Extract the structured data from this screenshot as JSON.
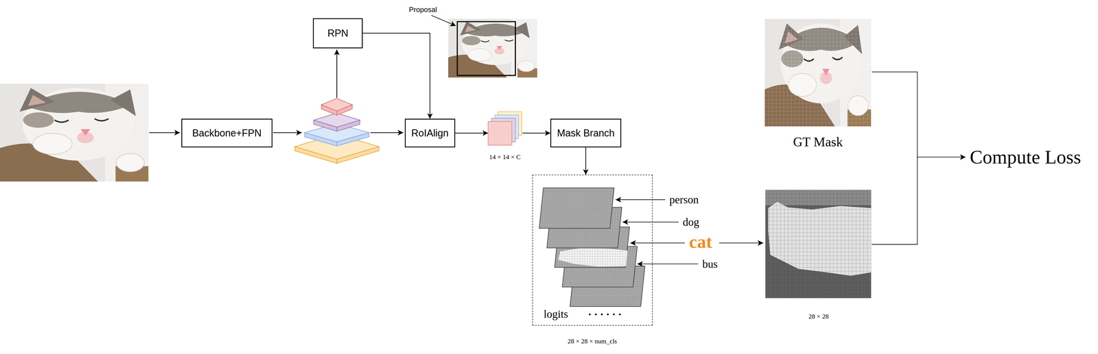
{
  "diagram": {
    "nodes": [
      {
        "text": [
          "Backbone+FPN"
        ]
      },
      {
        "text": [
          "RPN"
        ]
      },
      {
        "text": [
          "RoIAlign"
        ]
      },
      {
        "text": [
          "14 × 14 × C"
        ]
      },
      {
        "text": [
          "Mask Branch"
        ]
      },
      {
        "text": [
          "logits",
          "28 × 28 × num_cls"
        ]
      },
      {
        "text": [
          "GT Mask"
        ]
      },
      {
        "text": [
          "28 × 28"
        ]
      }
    ],
    "edges": [
      {
        "from": 1,
        "to": 2,
        "arrow": "to"
      },
      {
        "from": 2,
        "to": 3,
        "arrow": "to"
      },
      {
        "from": 3,
        "to": 4,
        "arrow": "to"
      },
      {
        "from": 4,
        "to": 5,
        "arrow": "to"
      }
    ],
    "labels": [
      "Proposal",
      "person",
      "dog",
      "cat",
      "bus",
      "......",
      "Compute Loss"
    ]
  }
}
